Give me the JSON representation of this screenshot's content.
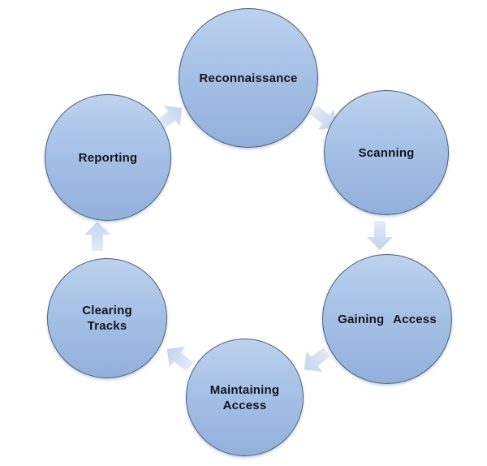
{
  "diagram": {
    "type": "cycle",
    "direction": "clockwise",
    "background": "#ffffff",
    "nodes": [
      {
        "id": "reconnaissance",
        "label": "Reconnaissance",
        "lines": [
          "Reconnaissance"
        ]
      },
      {
        "id": "scanning",
        "label": "Scanning",
        "lines": [
          "Scanning"
        ]
      },
      {
        "id": "gaining-access",
        "label": "Gaining Access",
        "lines": [
          "Gaining Access"
        ]
      },
      {
        "id": "maintaining-access",
        "label": "Maintaining Access",
        "lines": [
          "Maintaining",
          "Access"
        ]
      },
      {
        "id": "clearing-tracks",
        "label": "Clearing Tracks",
        "lines": [
          "Clearing",
          "Tracks"
        ]
      },
      {
        "id": "reporting",
        "label": "Reporting",
        "lines": [
          "Reporting"
        ]
      }
    ],
    "edges": [
      {
        "from": "Reconnaissance",
        "to": "Scanning"
      },
      {
        "from": "Scanning",
        "to": "Gaining Access"
      },
      {
        "from": "Gaining Access",
        "to": "Maintaining Access"
      },
      {
        "from": "Maintaining Access",
        "to": "Clearing Tracks"
      },
      {
        "from": "Clearing Tracks",
        "to": "Reporting"
      },
      {
        "from": "Reporting",
        "to": "Reconnaissance"
      }
    ],
    "colors": {
      "node_fill_top": "#bdd2ee",
      "node_fill_bottom": "#92b0dc",
      "node_border": "#4e5f78",
      "arrow_fill_light": "#e0e9f6",
      "arrow_fill_dark": "#c2d4ec",
      "label_text": "#14141c",
      "background": "#ffffff"
    }
  }
}
